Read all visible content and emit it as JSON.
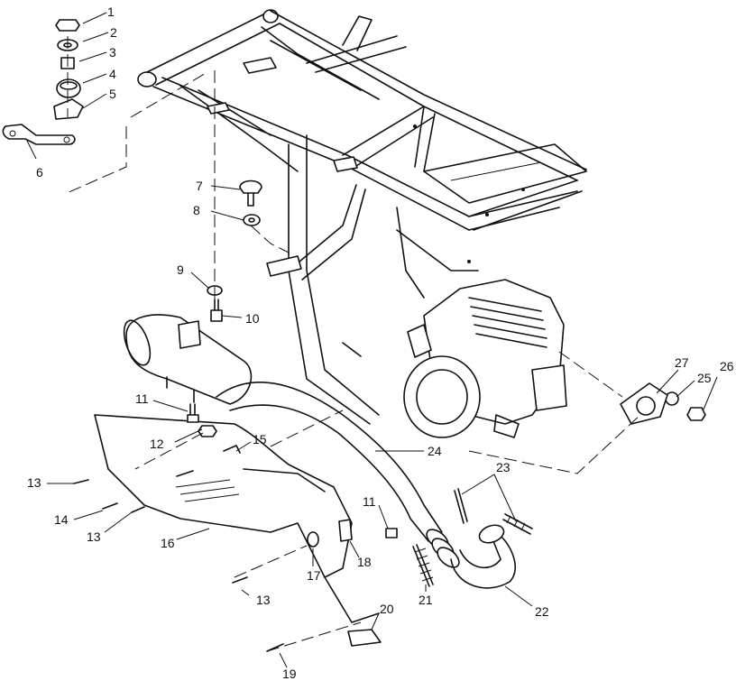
{
  "callouts": [
    {
      "n": "1"
    },
    {
      "n": "2"
    },
    {
      "n": "3"
    },
    {
      "n": "4"
    },
    {
      "n": "5"
    },
    {
      "n": "6"
    },
    {
      "n": "7"
    },
    {
      "n": "8"
    },
    {
      "n": "9"
    },
    {
      "n": "10"
    },
    {
      "n": "11"
    },
    {
      "n": "12"
    },
    {
      "n": "13"
    },
    {
      "n": "14"
    },
    {
      "n": "13"
    },
    {
      "n": "15"
    },
    {
      "n": "16"
    },
    {
      "n": "13"
    },
    {
      "n": "11"
    },
    {
      "n": "17"
    },
    {
      "n": "18"
    },
    {
      "n": "19"
    },
    {
      "n": "20"
    },
    {
      "n": "21"
    },
    {
      "n": "22"
    },
    {
      "n": "23"
    },
    {
      "n": "24"
    },
    {
      "n": "25"
    },
    {
      "n": "26"
    },
    {
      "n": "27"
    }
  ]
}
